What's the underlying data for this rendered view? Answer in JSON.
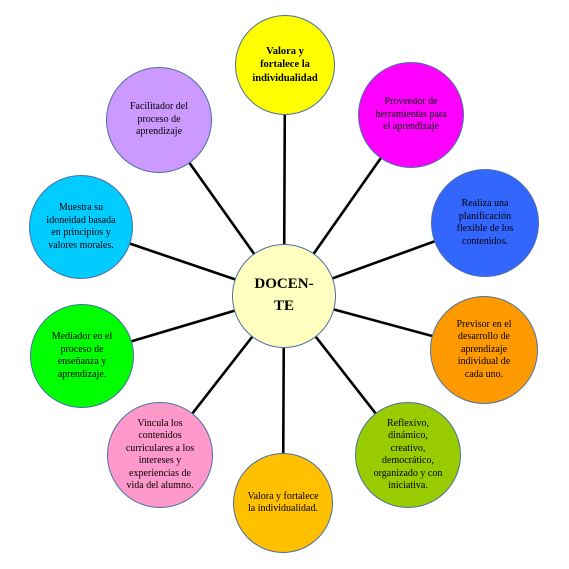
{
  "center": {
    "label": "DOCEN-\nTE",
    "color": "#ffffc0"
  },
  "nodes": [
    {
      "id": "top",
      "label": "Valora y\nfortalece la\nindividualidad",
      "color": "#ffff00"
    },
    {
      "id": "top-right",
      "label": "Proveedor de\nherramientas para\nel aprendizaje",
      "color": "#ff00ff"
    },
    {
      "id": "right-upper",
      "label": "Realiza una\nplanificación\nflexible de los\ncontenidos.",
      "color": "#3366ff"
    },
    {
      "id": "right-lower",
      "label": "Previsor en el\ndesarrollo de\naprendizaje\nindividual de\ncada uno.",
      "color": "#ff9900"
    },
    {
      "id": "bottom-right",
      "label": "Reflexivo,\ndinámico,\ncreativo,\ndemocrático,\norganizado y con\niniciativa.",
      "color": "#99cc00"
    },
    {
      "id": "bottom",
      "label": "Valora y fortalece\nla individualidad.",
      "color": "#ffc000"
    },
    {
      "id": "bottom-left",
      "label": "Vincula los\ncontenidos\ncurriculares a los\nintereses y\nexperiencias de\nvida del alumno.",
      "color": "#ff99cc"
    },
    {
      "id": "left-lower",
      "label": "Mediador en el\nproceso de\nenseñanza y\naprendizaje.",
      "color": "#00ff00"
    },
    {
      "id": "left-upper",
      "label": "Muestra su\nidoneidad basada\nen principios y\nvalores morales.",
      "color": "#00ccff"
    },
    {
      "id": "top-left",
      "label": "Facilitador del\nproceso de\naprendizaje",
      "color": "#cc99ff"
    }
  ]
}
